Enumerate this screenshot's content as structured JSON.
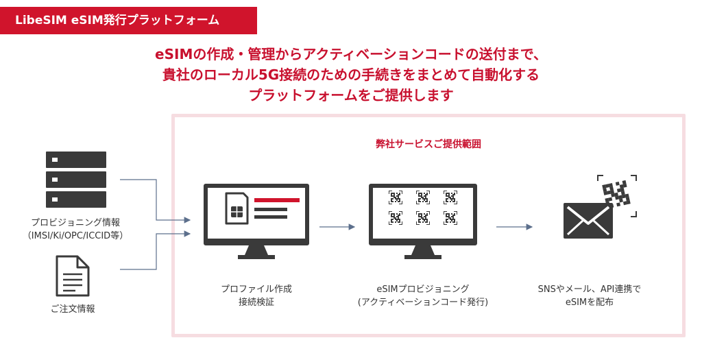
{
  "banner": {
    "title": "LibeSIM eSIM発行プラットフォーム"
  },
  "headline": {
    "lines": [
      "eSIMの作成・管理からアクティベーションコードの送付まで、",
      "貴社のローカル5G接続のための手続きをまとめて自動化する",
      "プラットフォームをご提供します"
    ]
  },
  "inputs": {
    "provisioning": {
      "line1": "プロビジョニング情報",
      "line2": "（IMSI/Ki/OPC/ICCID等）",
      "icon": "server-icon"
    },
    "order": {
      "label": "ご注文情報",
      "icon": "document-icon"
    }
  },
  "service_scope": {
    "label": "弊社サービスご提供範囲"
  },
  "steps": [
    {
      "line1": "プロファイル作成",
      "line2": "接続検証",
      "icon": "monitor-sim-icon"
    },
    {
      "line1": "eSIMプロビジョニング",
      "line2": "(アクティベーションコード発行)",
      "icon": "monitor-qr-icon"
    },
    {
      "line1": "SNSやメール、API連携で",
      "line2": "eSIMを配布",
      "icon": "envelope-qr-icon"
    }
  ],
  "colors": {
    "brand_red": "#d0142c",
    "frame_pink": "#f6dde1",
    "icon_dark": "#3a3a3a",
    "arrow_blue": "#5c6f8c"
  }
}
